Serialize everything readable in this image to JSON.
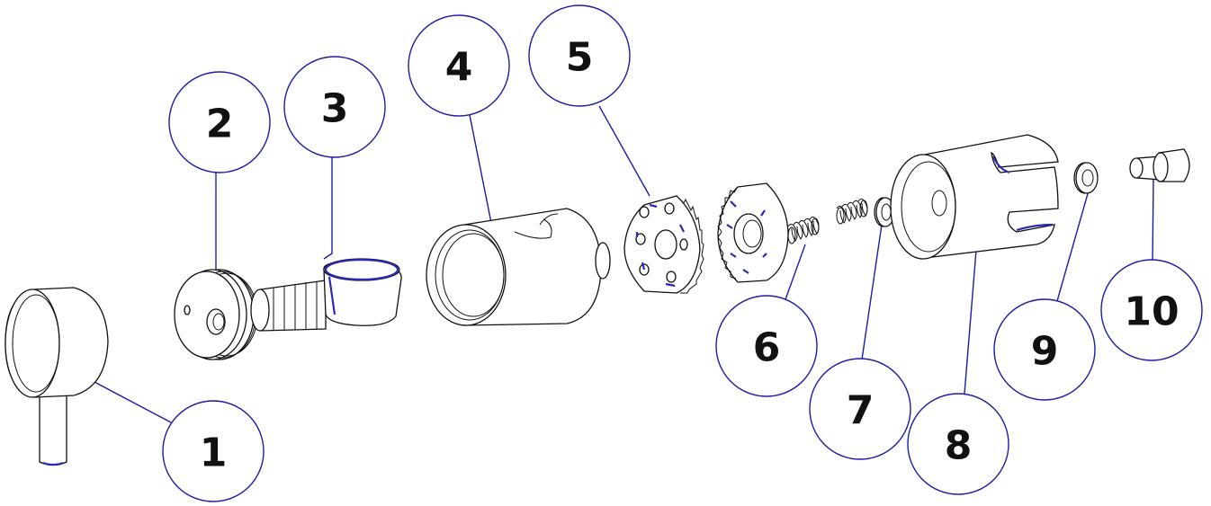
{
  "colors": {
    "callout": "#1c1ca8",
    "line": "#111111",
    "accent": "#2a2ab8",
    "background": "#ffffff"
  },
  "parts": [
    {
      "id": "p1",
      "icon": "lever-handle-icon"
    },
    {
      "id": "p2",
      "icon": "flange-disc-icon"
    },
    {
      "id": "p3",
      "icon": "banjo-fitting-icon"
    },
    {
      "id": "p4",
      "icon": "cylinder-housing-icon"
    },
    {
      "id": "p5a",
      "icon": "ratchet-plate-icon"
    },
    {
      "id": "p5b",
      "icon": "gear-ring-icon"
    },
    {
      "id": "p6",
      "icon": "coil-spring-icon"
    },
    {
      "id": "p7",
      "icon": "washer-icon"
    },
    {
      "id": "p8",
      "icon": "slotted-sleeve-icon"
    },
    {
      "id": "p9",
      "icon": "small-washer-icon"
    },
    {
      "id": "p10",
      "icon": "cap-screw-icon"
    }
  ],
  "callouts": [
    {
      "label": "1"
    },
    {
      "label": "2"
    },
    {
      "label": "3"
    },
    {
      "label": "4"
    },
    {
      "label": "5"
    },
    {
      "label": "6"
    },
    {
      "label": "7"
    },
    {
      "label": "8"
    },
    {
      "label": "9"
    },
    {
      "label": "10"
    }
  ]
}
